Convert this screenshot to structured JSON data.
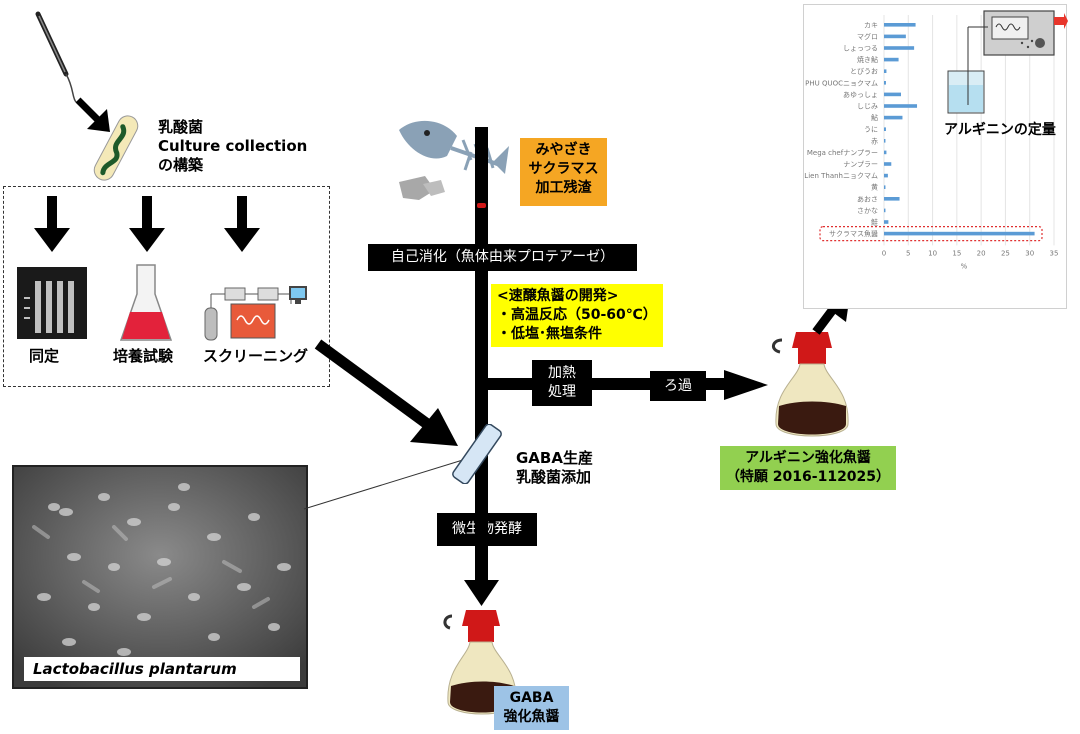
{
  "culture": {
    "line1": "乳酸菌",
    "line2": "Culture collection",
    "line3": "の構築"
  },
  "methods": [
    {
      "label": "同定"
    },
    {
      "label": "培養試験"
    },
    {
      "label": "スクリーニング"
    }
  ],
  "micrograph": {
    "caption": "Lactobacillus plantarum"
  },
  "source": {
    "line1": "みやざき",
    "line2": "サクラマス",
    "line3": "加工残渣"
  },
  "steps": {
    "autolysis": "自己消化（魚体由来プロテアーゼ）",
    "heat_line1": "加熱",
    "heat_line2": "処理",
    "filtration": "ろ過",
    "fermentation": "微生物発酵"
  },
  "process_box": {
    "line1": "<速醸魚醤の開発>",
    "line2": "・高温反応（50-60℃）",
    "line3": "・低塩･無塩条件"
  },
  "gaba_add": {
    "line1": "GABA生産",
    "line2": "乳酸菌添加"
  },
  "arginine_product": {
    "line1": "アルギニン強化魚醤",
    "line2": "（特願 2016-112025）"
  },
  "gaba_product": {
    "line1": "GABA",
    "line2": "強化魚醤"
  },
  "analyzer": {
    "label": "アルギニンの定量"
  },
  "colors": {
    "bar": "#5b9bd5",
    "highlight": "#e03030",
    "arrow": "#000000"
  },
  "chart_data": {
    "type": "bar",
    "orientation": "horizontal",
    "categories": [
      "カキ",
      "マグロ",
      "しょっつる",
      "焼き鮎",
      "とびうお",
      "PHU QUOCニョクマム",
      "あゆっしょ",
      "しじみ",
      "鮎",
      "うに",
      "赤",
      "Mega chefナンプラー",
      "ナンプラー",
      "Lien Thanhニョクマム",
      "黄",
      "あおさ",
      "さかな",
      "鮭",
      "サクラマス魚醤"
    ],
    "values": [
      6.5,
      4.5,
      6.2,
      3.0,
      0.5,
      0.4,
      3.5,
      6.8,
      3.8,
      0.4,
      0.3,
      0.5,
      1.5,
      0.8,
      0.3,
      3.2,
      0.3,
      0.9,
      31.0
    ],
    "xticks": [
      "0",
      "5",
      "10",
      "15",
      "20",
      "25",
      "30",
      "35"
    ],
    "xlim": [
      0,
      35
    ],
    "xlabel": "%",
    "highlight": "サクラマス魚醤",
    "grid": true
  }
}
